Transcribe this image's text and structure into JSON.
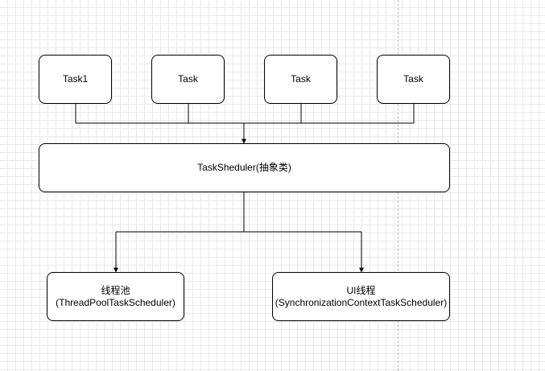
{
  "diagram": {
    "tasks": [
      {
        "label": "Task1"
      },
      {
        "label": "Task"
      },
      {
        "label": "Task"
      },
      {
        "label": "Task"
      }
    ],
    "scheduler": {
      "label": "TaskSheduler(抽象类)"
    },
    "outputs": [
      {
        "line1": "线程池",
        "line2": "(ThreadPoolTaskScheduler)"
      },
      {
        "line1": "UI线程",
        "line2": "(SynchronizationContextTaskScheduler)"
      }
    ]
  },
  "colors": {
    "stroke": "#000000",
    "background": "#ffffff",
    "grid": "#e8e8e8"
  }
}
